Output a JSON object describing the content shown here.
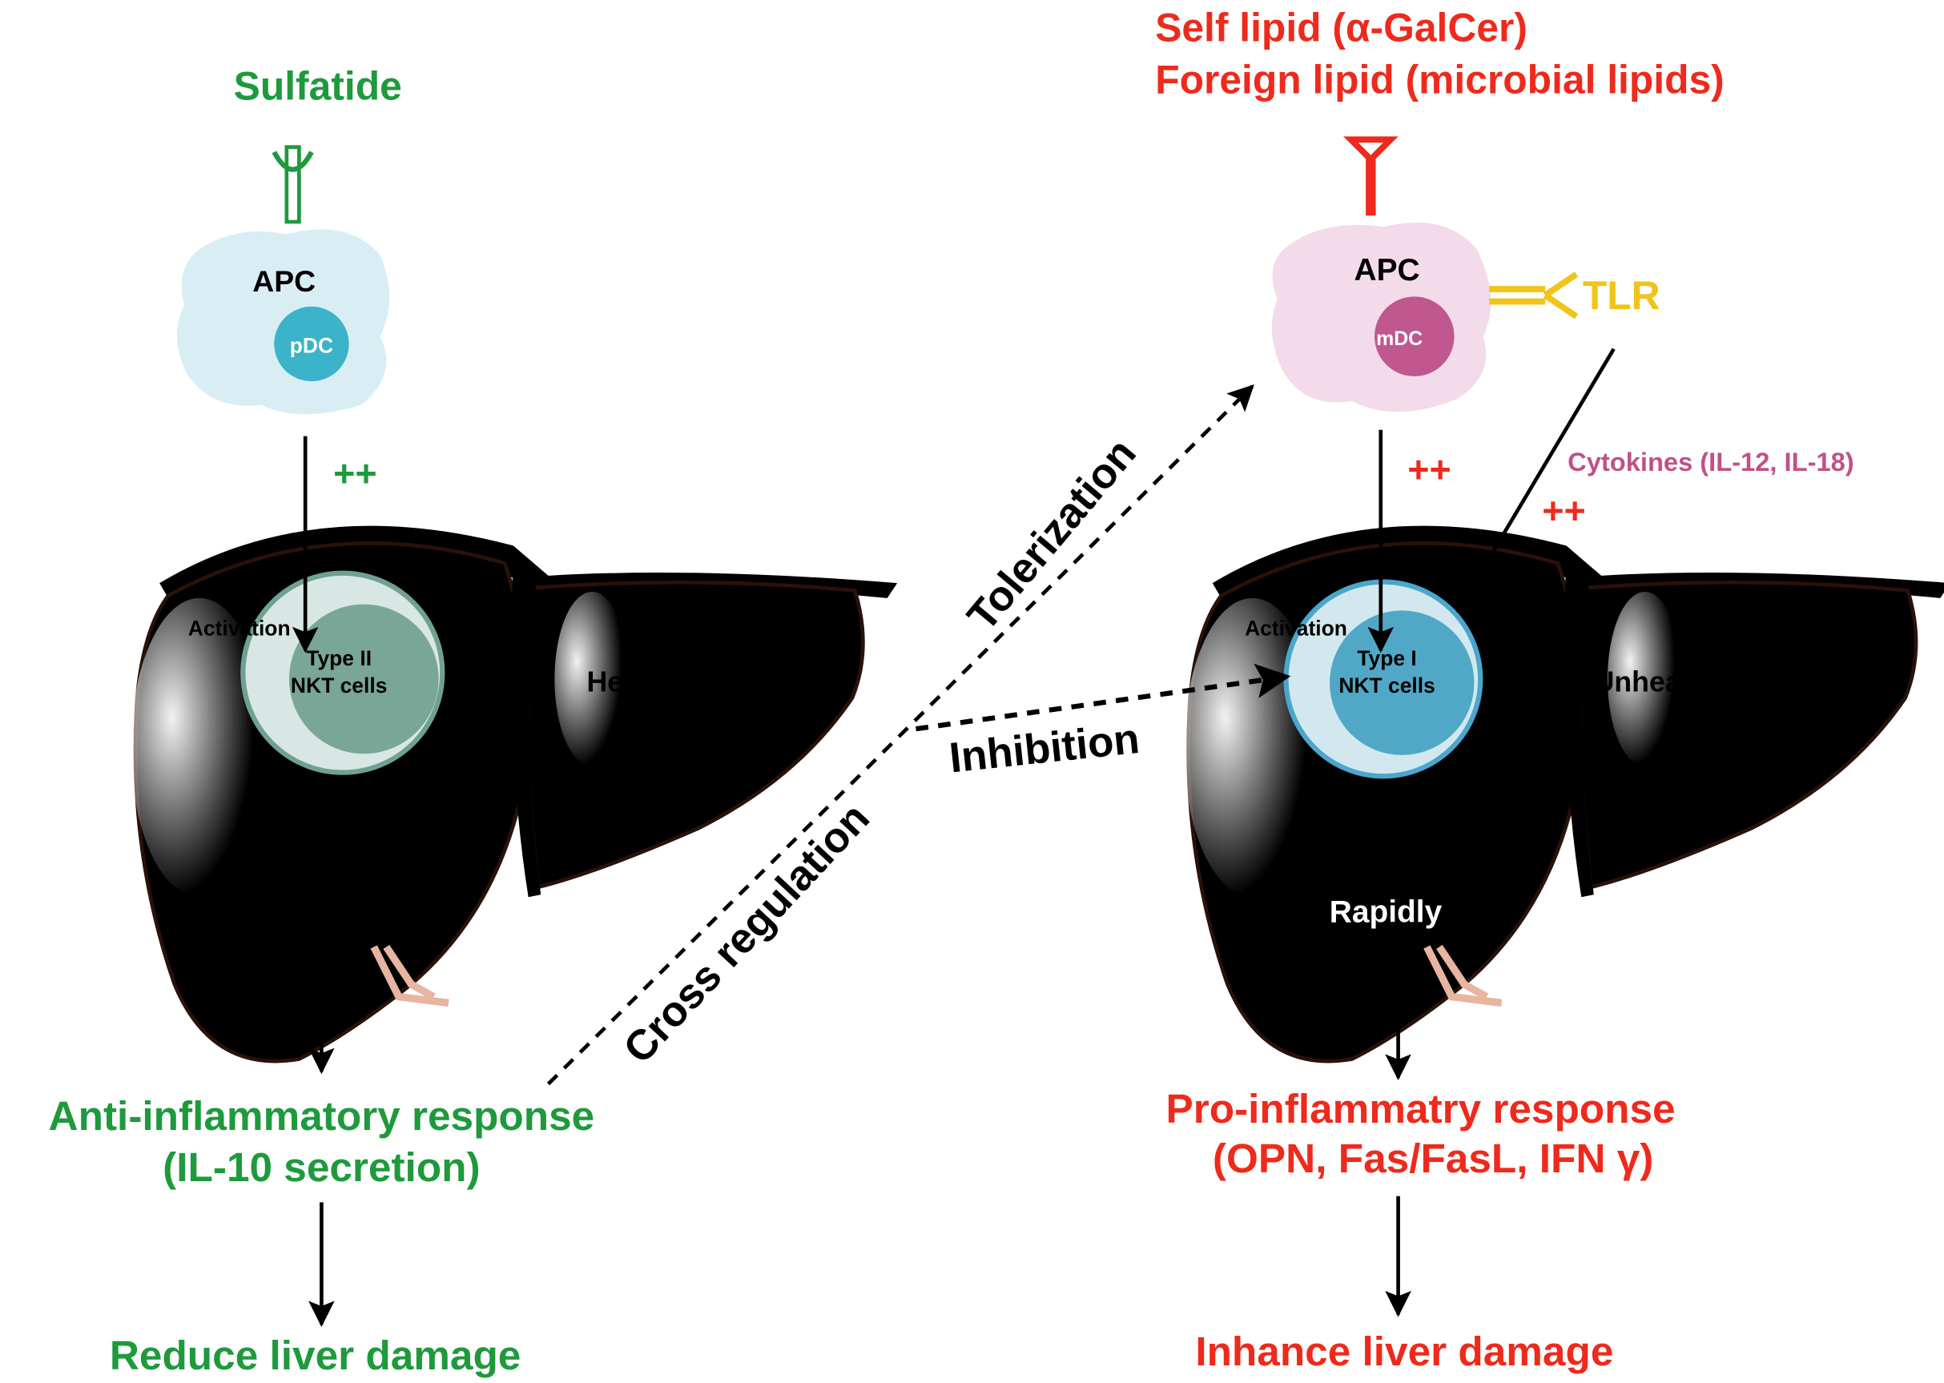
{
  "colors": {
    "anti_inflammatory": "#1e9a3c",
    "pro_inflammatory": "#ee2a1c",
    "cytokines": "#c0508a",
    "tlr": "#f2c318",
    "healthy_liver": "#a84a35",
    "unhealthy_liver": "#c98600",
    "pdc": "#3bb3c8",
    "mdc": "#c0578f"
  },
  "left": {
    "ligand": "Sulfatide",
    "apc_label": "APC",
    "dc_label": "pDC",
    "plus": "++",
    "activation": "Activation",
    "nkt_line1": "Type II",
    "nkt_line2": "NKT cells",
    "liver_label": "Healthy Liver",
    "response_line1": "Anti-inflammatory response",
    "response_line2": "(IL-10 secretion)",
    "outcome": "Reduce liver damage"
  },
  "right": {
    "ligand_line1": "Self lipid (α-GalCer)",
    "ligand_line2": "Foreign lipid (microbial lipids)",
    "apc_label": "APC",
    "dc_label": "mDC",
    "tlr_label": "TLR",
    "cytokines": "Cytokines (IL-12, IL-18)",
    "plus_apc": "++",
    "plus_cytokines": "++",
    "activation": "Activation",
    "nkt_line1": "Type I",
    "nkt_line2": "NKT cells",
    "liver_label": "Unhealthy Liver",
    "speed": "Rapidly",
    "response_line1": "Pro-inflammatry response",
    "response_line2": "(OPN, Fas/FasL, IFN γ)",
    "outcome": "Inhance liver damage"
  },
  "middle": {
    "tolerization": "Tolerization",
    "cross_regulation": "Cross regulation",
    "inhibition": "Inhibition"
  }
}
